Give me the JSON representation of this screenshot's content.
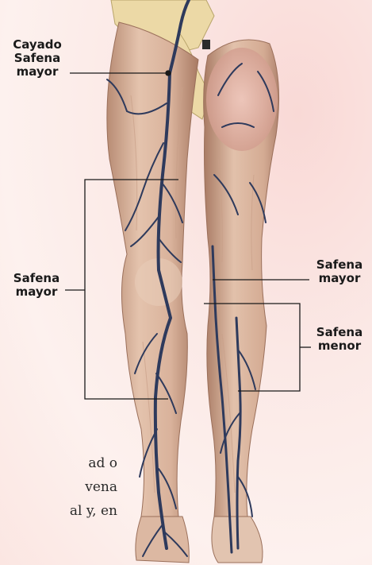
{
  "labels": {
    "great_saphenous_arch": [
      "Cayado",
      "Safena",
      "mayor"
    ],
    "great_saphenous_left": [
      "Safena",
      "mayor"
    ],
    "great_saphenous_right": [
      "Safena",
      "mayor"
    ],
    "small_saphenous": [
      "Safena",
      "menor"
    ]
  },
  "paragraph_fragments": [
    "ad o",
    "vena",
    "al y, en"
  ],
  "colors": {
    "vein": "#2e3a5c",
    "skin": "#d8b39c",
    "skin_shadow": "#b88c74",
    "bone": "#ecd9a6",
    "callout": "#1a1a1a"
  }
}
